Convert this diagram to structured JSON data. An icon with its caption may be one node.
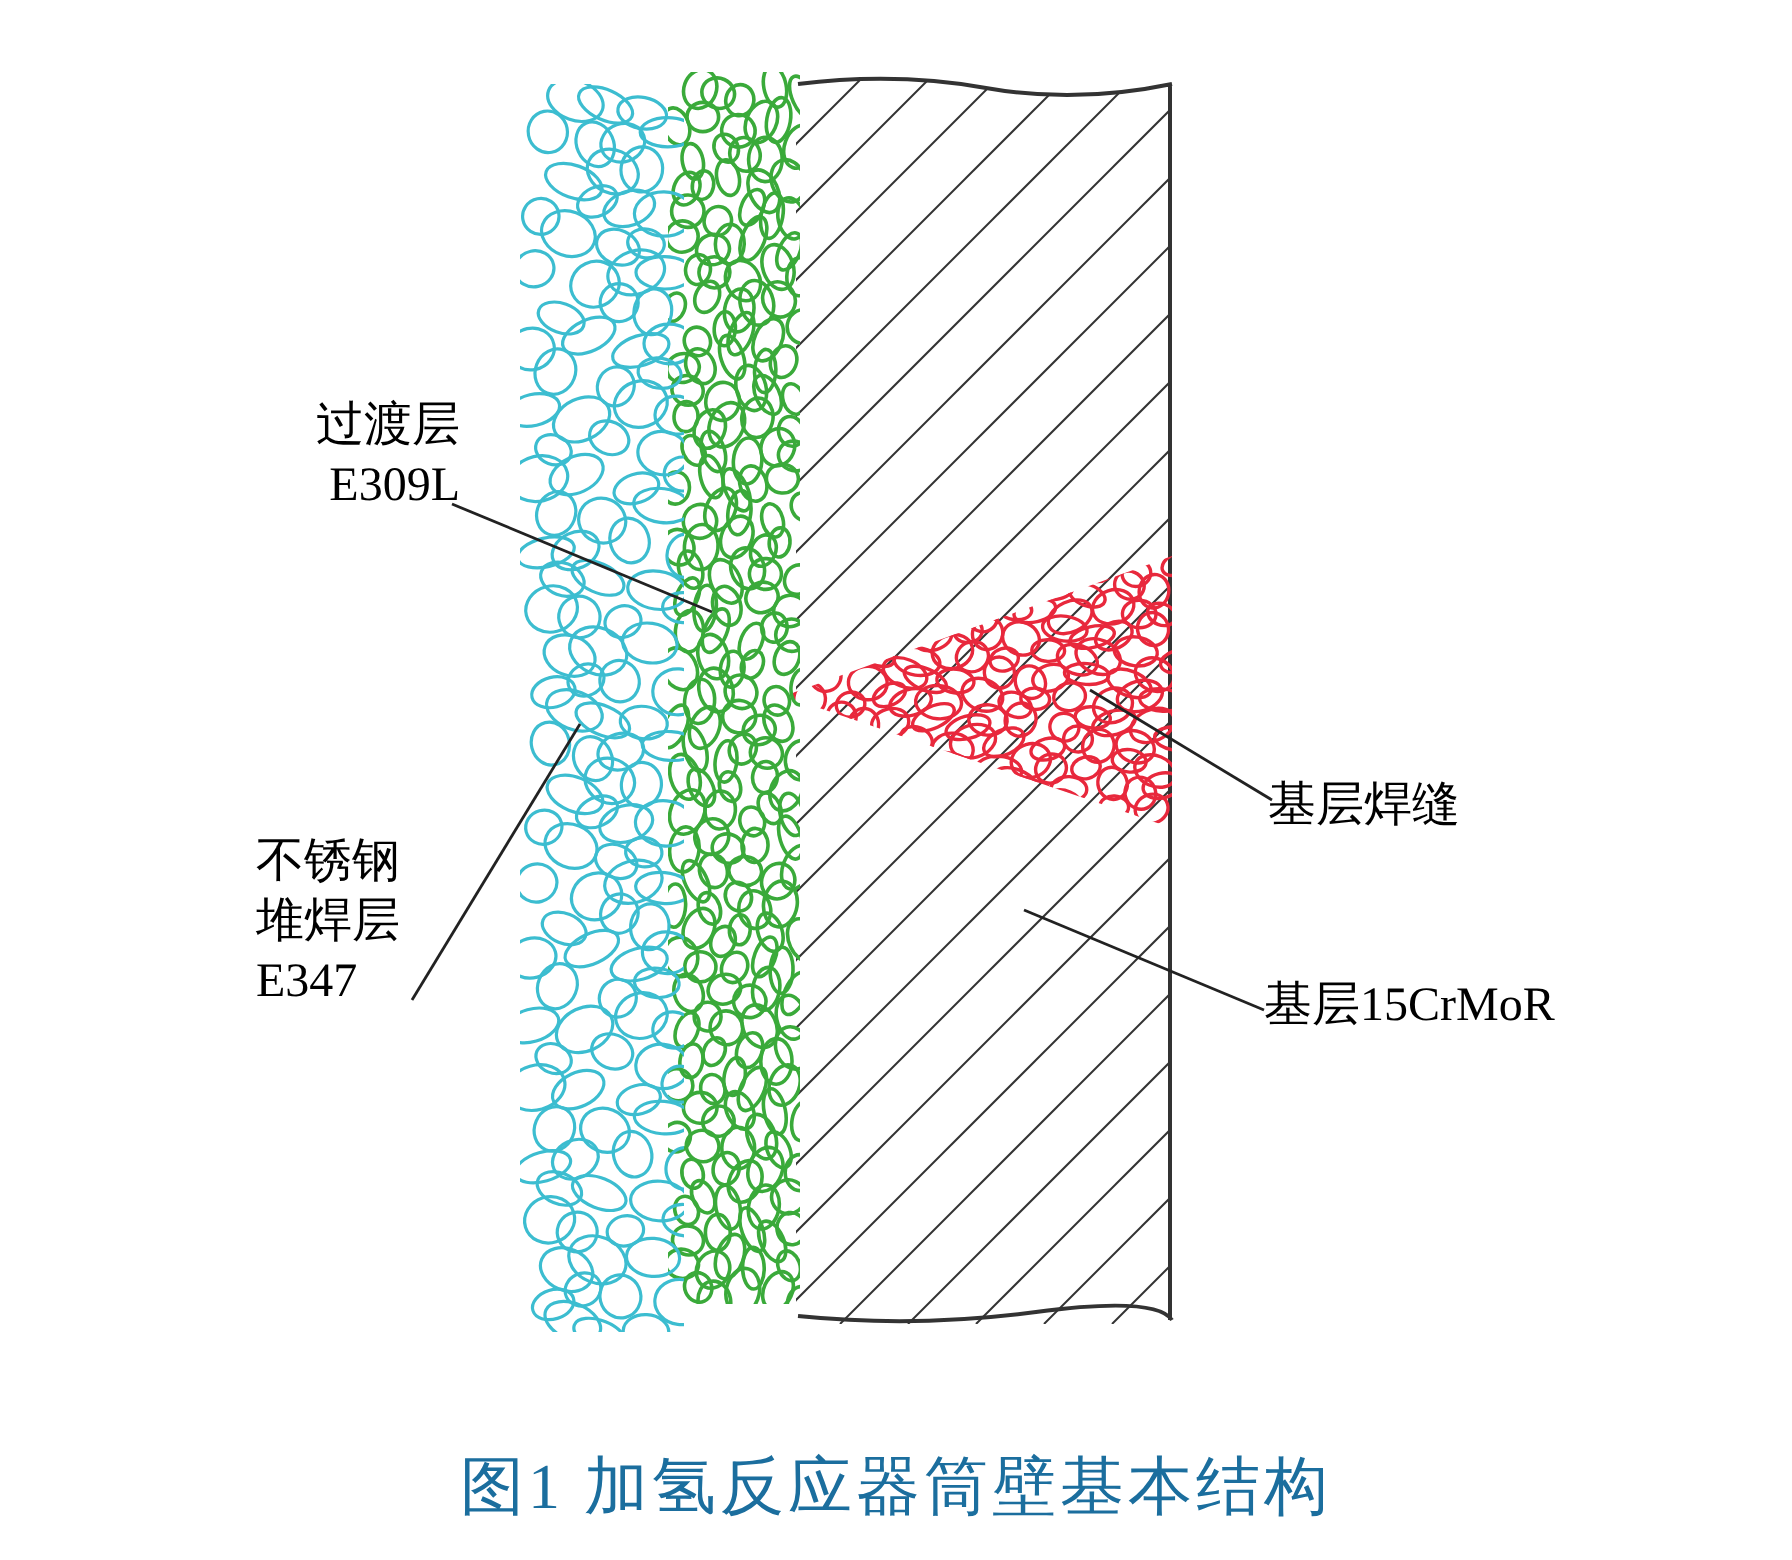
{
  "diagram": {
    "caption": "图1 加氢反应器筒壁基本结构",
    "nodes": [
      {
        "text": [
          "过渡层 E309L"
        ]
      },
      {
        "text": [],
        "shape": "bar"
      },
      {
        "text": [
          "不锈钢堆焊层 E347"
        ]
      },
      {
        "text": [],
        "shape": "bar"
      },
      {
        "text": [],
        "shape": "box"
      },
      {
        "text": [],
        "shape": "picture",
        "in": 4
      },
      {
        "text": [
          "基层焊缝"
        ]
      },
      {
        "text": [
          "基层15CrMoR"
        ]
      }
    ],
    "edges": [
      {
        "from": 0,
        "to": 1,
        "arrow": "none"
      },
      {
        "from": 2,
        "to": 3,
        "arrow": "none"
      },
      {
        "from": 6,
        "to": 5,
        "arrow": "none"
      },
      {
        "from": 7,
        "to": 4,
        "arrow": "none"
      }
    ]
  }
}
